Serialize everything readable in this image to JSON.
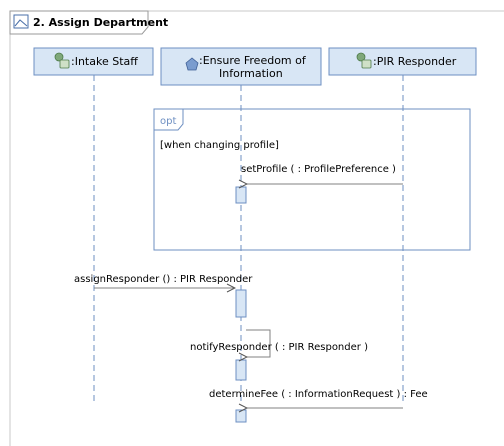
{
  "diagram": {
    "title": "2. Assign Department",
    "lifelines": [
      {
        "label": ":Intake Staff",
        "icon": "actor-icon"
      },
      {
        "label_line1": ":Ensure Freedom of",
        "label_line2": "Information",
        "icon": "component-icon"
      },
      {
        "label": ":PIR Responder",
        "icon": "actor-icon"
      }
    ],
    "fragment": {
      "operator": "opt",
      "guard": "[when changing profile]"
    },
    "messages": [
      {
        "label": "setProfile (  : ProfilePreference )"
      },
      {
        "label": "assignResponder () : PIR Responder"
      },
      {
        "label": "notifyResponder (  : PIR Responder )"
      },
      {
        "label": "determineFee (  : InformationRequest ) : Fee"
      }
    ],
    "colors": {
      "frame_border": "#c8c8c8",
      "lifeline_fill": "#d8e6f5",
      "lifeline_border": "#6d8fc2",
      "message_line": "#808080",
      "activation_fill": "#d8e6f5"
    }
  }
}
